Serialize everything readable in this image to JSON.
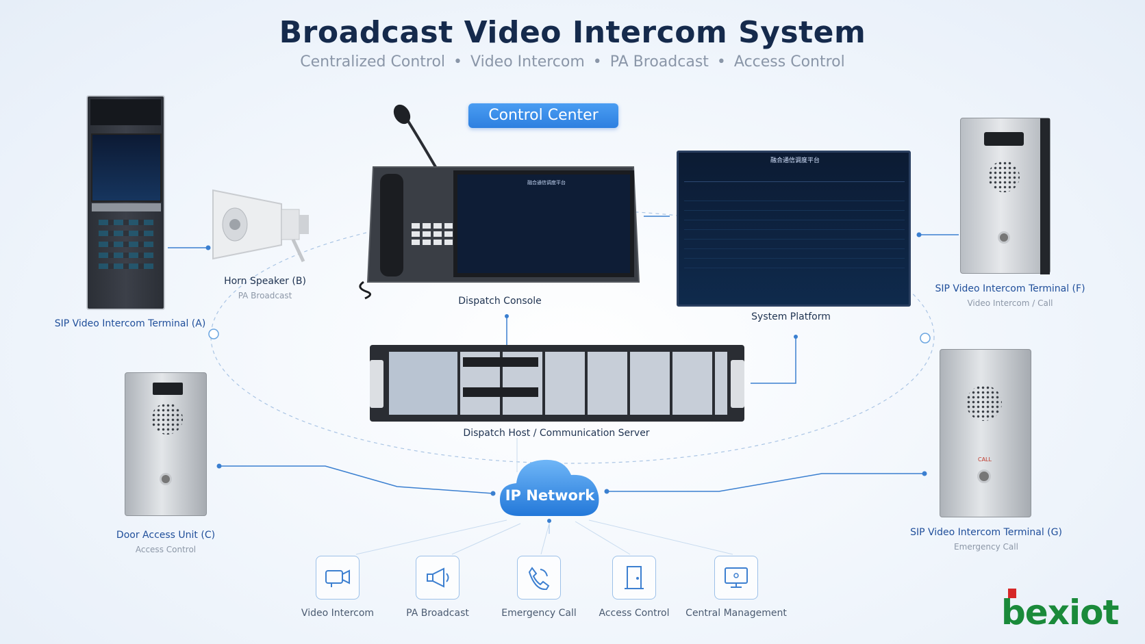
{
  "title": "Broadcast Video Intercom System",
  "subtitle": [
    "Centralized Control",
    "Video Intercom",
    "PA Broadcast",
    "Access Control"
  ],
  "subtitle_separator": "•",
  "control_center": "Control Center",
  "devices": {
    "terminal_a": {
      "label": "SIP Video Intercom Terminal (A)",
      "sub": ""
    },
    "horn_b": {
      "label": "Horn Speaker (B)",
      "sub": "PA Broadcast"
    },
    "door_c": {
      "label": "Door Access Unit (C)",
      "sub": "Access Control"
    },
    "terminal_f": {
      "label": "SIP Video Intercom Terminal (F)",
      "sub": "Video Intercom / Call"
    },
    "terminal_g": {
      "label": "SIP Video Intercom Terminal (G)",
      "sub": "Emergency Call"
    },
    "dispatch_console": {
      "label": "Dispatch Console"
    },
    "system_platform": {
      "label": "System Platform"
    },
    "dispatch_host": {
      "label": "Dispatch Host / Communication Server"
    }
  },
  "network": "IP Network",
  "features": [
    {
      "label": "Video Intercom",
      "icon": "video-camera-icon"
    },
    {
      "label": "PA Broadcast",
      "icon": "megaphone-icon"
    },
    {
      "label": "Emergency Call",
      "icon": "phone-call-icon"
    },
    {
      "label": "Access Control",
      "icon": "door-icon"
    },
    {
      "label": "Central Management",
      "icon": "monitor-icon"
    }
  ],
  "call_label": "CALL",
  "platform_title": "融合通信调度平台",
  "console_title": "融合通信调度平台",
  "logo": "bexiot",
  "colors": {
    "accent": "#2d7fe0",
    "title": "#152a4c",
    "logo": "#1a8a3a",
    "logo_red": "#d62828"
  }
}
